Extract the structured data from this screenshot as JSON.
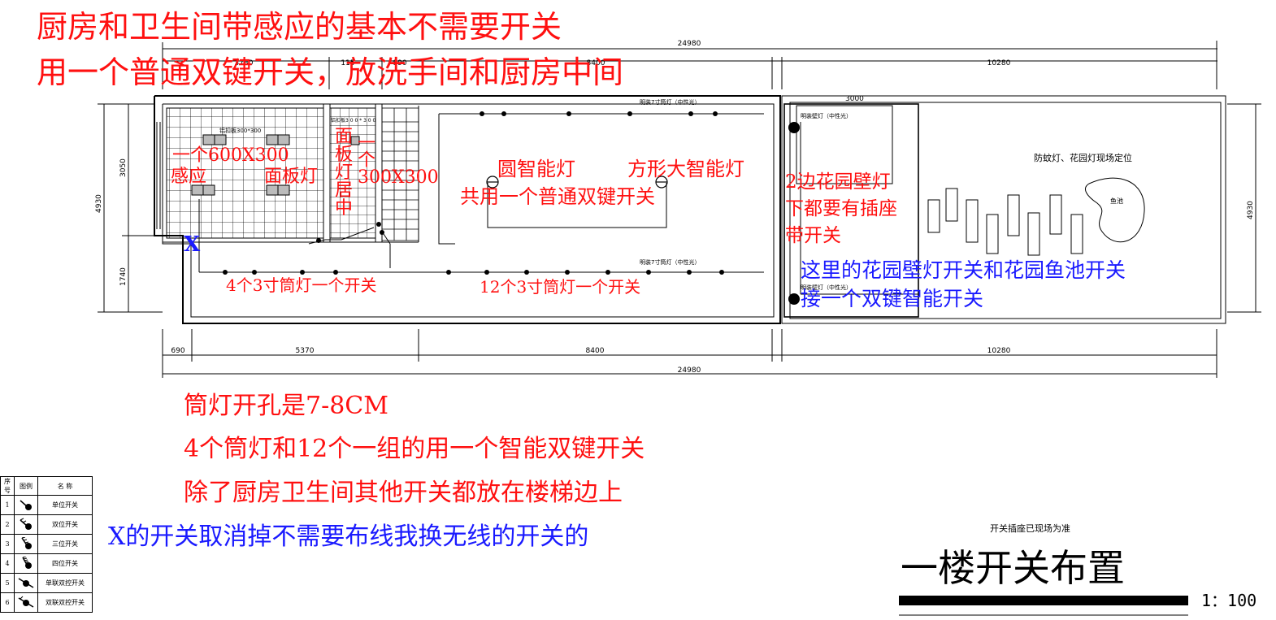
{
  "dimensions": {
    "top_total": "24980",
    "top_1": "3780",
    "top_2": "115",
    "top_3": "890",
    "top_4": "8400",
    "top_5": "10280",
    "left_total": "4930",
    "left_upper": "3050",
    "left_lower": "1740",
    "right_total": "4930",
    "bottom_1": "690",
    "bottom_2": "5370",
    "bottom_3": "8400",
    "bottom_4": "10280",
    "bottom_total": "24980",
    "garden_width": "3000"
  },
  "plan_labels": {
    "ceiling_kitchen": "铝扣板300*300",
    "ceiling_toilet": "铝扣板3 0 0 * 3 0 0",
    "wall_lamp_top": "明装壁灯（中性光）",
    "wall_lamp_bottom": "明装壁灯（中性光）",
    "downlight_top": "明装7寸筒灯（中性光）",
    "downlight_bottom": "明装7寸筒灯（中性光）",
    "garden_note": "防蚊灯、花园灯现场定位",
    "fish_pond": "鱼池"
  },
  "annotations": {
    "line1": "厨房和卫生间带感应的基本不需要开关",
    "line2": "用一个普通双键开关，放洗手间和厨房中间",
    "kitchen_size": "一个600X300",
    "sensor": "感应",
    "panel_light": "面板灯",
    "toilet_panel": "面板灯居中",
    "toilet_size": "一个300X300",
    "round_light": "圆智能灯",
    "square_light": "方形大智能灯",
    "shared_switch": "共用一个普通双键开关",
    "garden_wall_1": "2边花园壁灯",
    "garden_wall_2": "下都要有插座",
    "garden_wall_3": "带开关",
    "garden_switch_1": "这里的花园壁灯开关和花园鱼池开关",
    "garden_switch_2": "接一个双键智能开关",
    "x_mark": "X",
    "downlight_4": "4个3寸筒灯一个开关",
    "downlight_12": "12个3寸筒灯一个开关",
    "hole_size": "筒灯开孔是7-8CM",
    "group_switch": "4个筒灯和12个一组的用一个智能双键开关",
    "stair_switch": "除了厨房卫生间其他开关都放在楼梯边上",
    "wireless_switch": "X的开关取消掉不需要布线我换无线的开关的"
  },
  "legend": {
    "headers": [
      "序号",
      "图例",
      "名 称"
    ],
    "rows": [
      {
        "no": "1",
        "name": "单位开关"
      },
      {
        "no": "2",
        "name": "双位开关"
      },
      {
        "no": "3",
        "name": "三位开关"
      },
      {
        "no": "4",
        "name": "四位开关"
      },
      {
        "no": "5",
        "name": "单联双控开关"
      },
      {
        "no": "6",
        "name": "双联双控开关"
      }
    ]
  },
  "title_block": {
    "note": "开关插座已现场为准",
    "title": "一楼开关布置",
    "scale": "1：100"
  }
}
